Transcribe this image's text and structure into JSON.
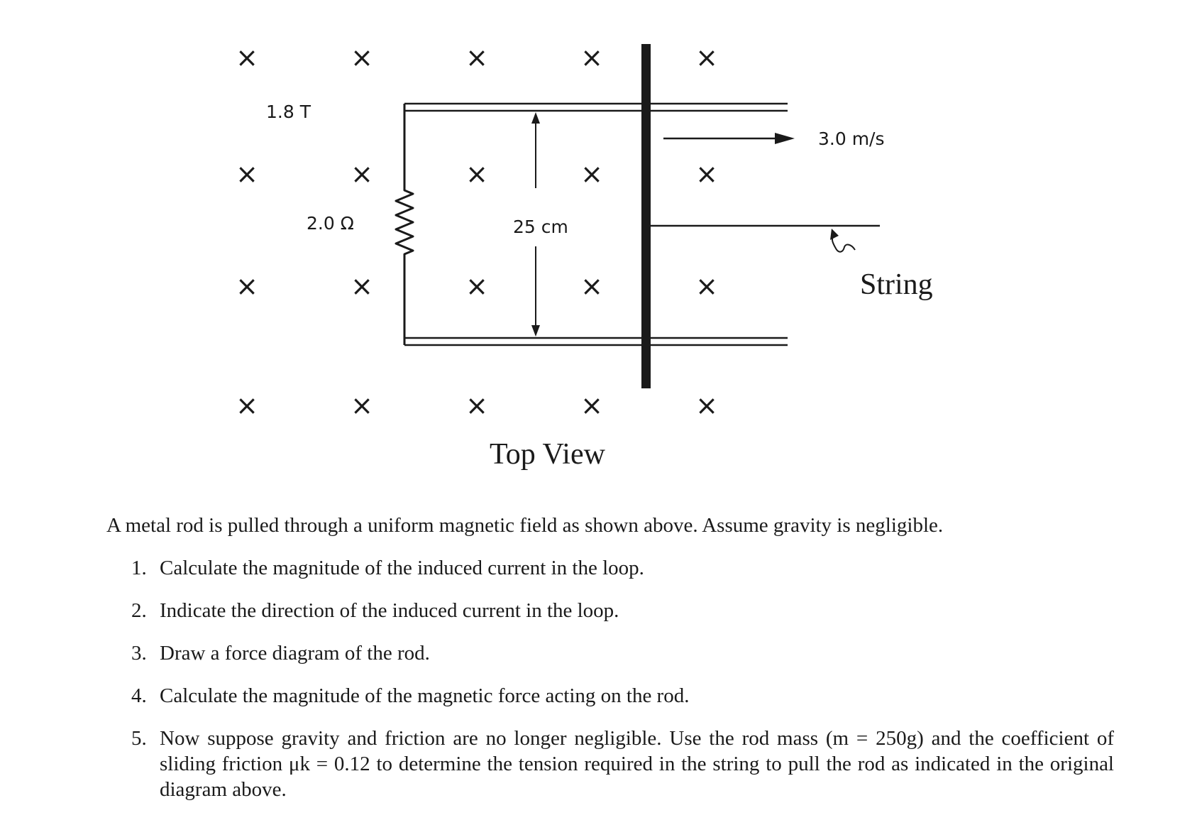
{
  "diagram": {
    "field_label": "1.8 T",
    "resistance_label": "2.0 Ω",
    "width_label": "25 cm",
    "velocity_label": "3.0 m/s",
    "string_label": "String",
    "view_label": "Top View",
    "field_symbol": "×"
  },
  "problem": {
    "intro": "A metal rod is pulled through a uniform magnetic field as shown above. Assume gravity is negligible.",
    "questions": [
      {
        "num": "1.",
        "text": "Calculate the magnitude of the induced current in the loop."
      },
      {
        "num": "2.",
        "text": "Indicate the direction of the induced current in the loop."
      },
      {
        "num": "3.",
        "text": "Draw a force diagram of the rod."
      },
      {
        "num": "4.",
        "text": "Calculate the magnitude of the magnetic force acting on the rod."
      },
      {
        "num": "5.",
        "text": "Now suppose gravity and friction are no longer negligible. Use the rod mass (m = 250g) and the coefficient of sliding friction μk = 0.12 to determine the tension required in the string to pull the rod as indicated in the original diagram above."
      }
    ]
  }
}
